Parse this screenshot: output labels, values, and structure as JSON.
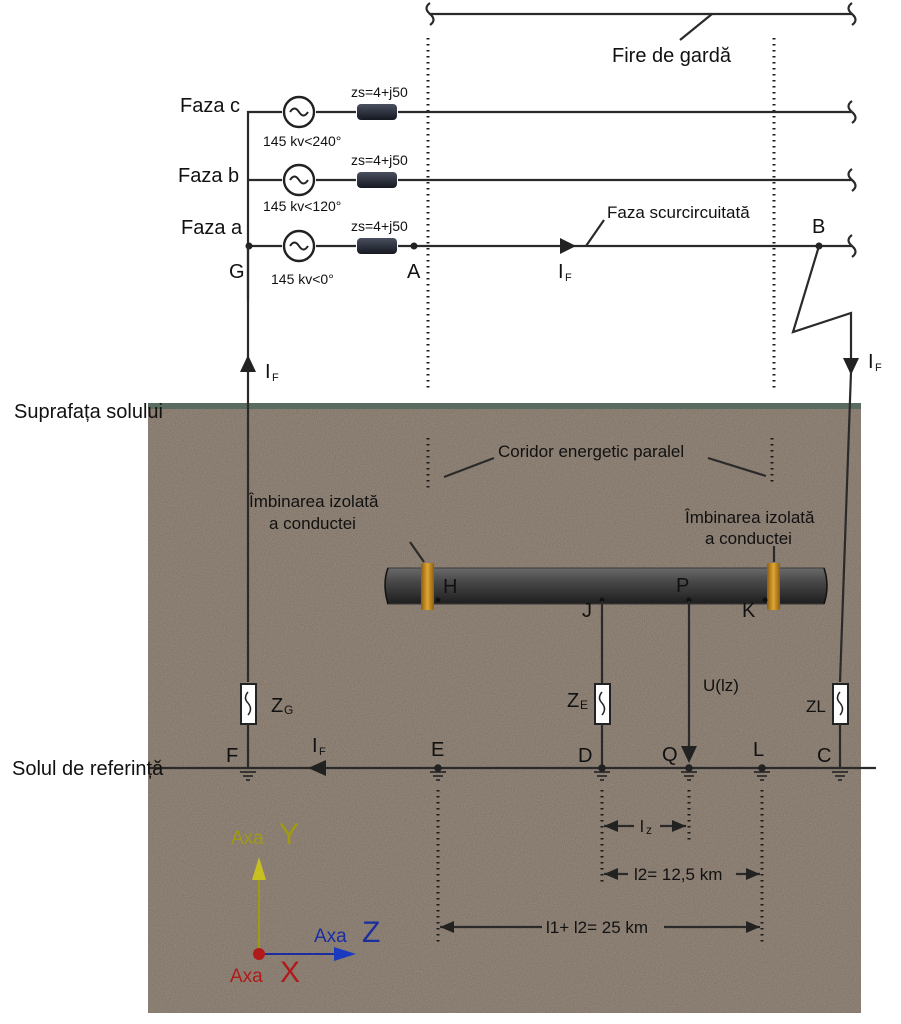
{
  "labels": {
    "guard_wires": "Fire de gardă",
    "phase_c": "Faza c",
    "phase_b": "Faza b",
    "phase_a": "Faza a",
    "faulted_phase": "Faza scurcircuitată",
    "impedance_c": "zs=4+j50",
    "impedance_b": "zs=4+j50",
    "impedance_a": "zs=4+j50",
    "source_c": "145 kv<240°",
    "source_b": "145 kv<120°",
    "source_a": "145 kv<0°",
    "ground_surface": "Suprafața solului",
    "corridor": "Coridor energetic paralel",
    "joint_left_line1": "Îmbinarea izolată",
    "joint_left_line2": "a conductei",
    "joint_right_line1": "Îmbinarea izolată",
    "joint_right_line2": "a conductei",
    "reference_soil": "Solul de referință",
    "fault_current": "I",
    "fault_current_sub": "F",
    "zg": "Z",
    "zg_sub": "G",
    "ze": "Z",
    "ze_sub": "E",
    "zl": "ZL",
    "voltage": "U(lz)",
    "lz": "l",
    "lz_sub": "z",
    "l2": "l2= 12,5 km",
    "l1l2": "l1+ l2= 25 km",
    "axis_y_prefix": "Axa",
    "axis_y_letter": "Y",
    "axis_z_prefix": "Axa",
    "axis_z_letter": "Z",
    "axis_x_prefix": "Axa",
    "axis_x_letter": "X"
  },
  "nodes": {
    "G": "G",
    "A": "A",
    "B": "B",
    "H": "H",
    "J": "J",
    "P": "P",
    "K": "K",
    "F": "F",
    "E": "E",
    "D": "D",
    "Q": "Q",
    "L": "L",
    "C": "C"
  },
  "colors": {
    "soil": "#7a6c5f",
    "soil_surface": "#5a6b60",
    "pipe": "#3a3a3a",
    "joint": "#c8901e",
    "axis_y": "#a09a10",
    "axis_z": "#1a2ea0",
    "axis_x": "#b01a1a"
  }
}
